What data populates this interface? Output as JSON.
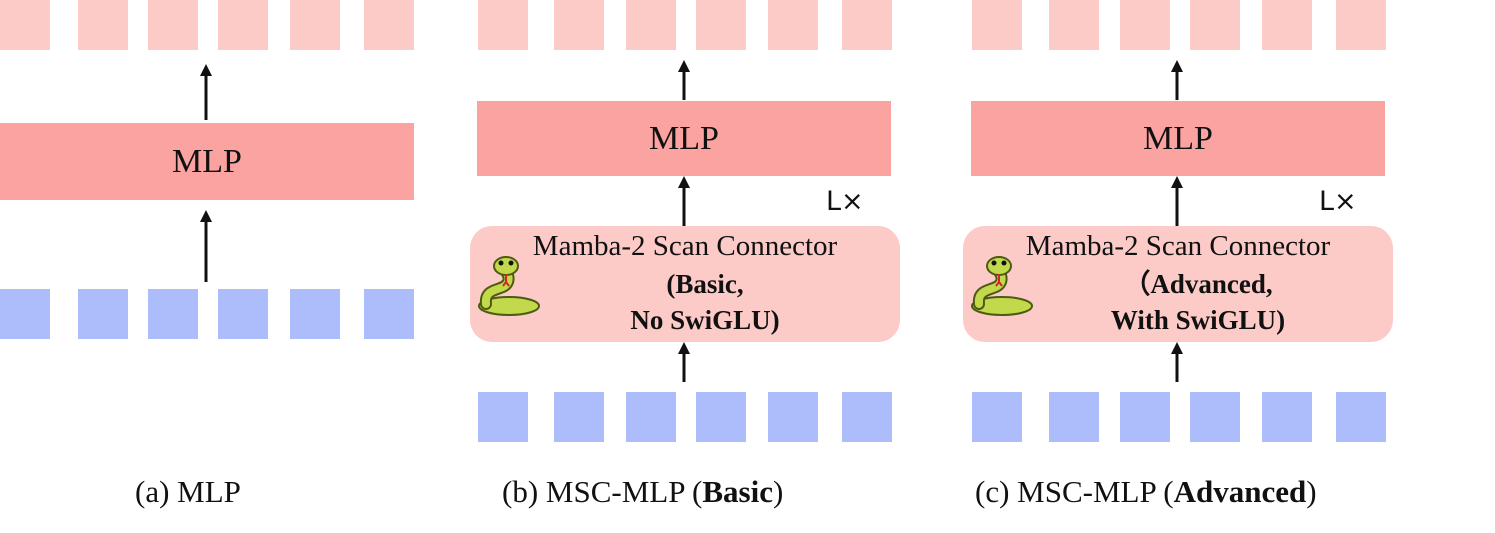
{
  "panel_a": {
    "mlp_label": "MLP",
    "caption_prefix": "(a) MLP"
  },
  "panel_b": {
    "mlp_label": "MLP",
    "repeat_label": "L×",
    "connector_title": "Mamba-2 Scan Connector",
    "connector_variant": "(Basic,\nNo SwiGLU)",
    "caption_prefix": "(b)  MSC-MLP (",
    "caption_bold": "Basic",
    "caption_suffix": ")"
  },
  "panel_c": {
    "mlp_label": "MLP",
    "repeat_label": "L×",
    "connector_title": "Mamba-2 Scan Connector",
    "connector_variant": "（Advanced,\nWith SwiGLU)",
    "caption_prefix": "(c) MSC-MLP (",
    "caption_bold": "Advanced",
    "caption_suffix": ")"
  },
  "colors": {
    "output_token": "#fccac7",
    "input_token": "#adbdfb",
    "mlp_box": "#fba3a1",
    "connector_box": "#fccac7"
  },
  "icons": {
    "connector_icon": "snake-icon"
  }
}
